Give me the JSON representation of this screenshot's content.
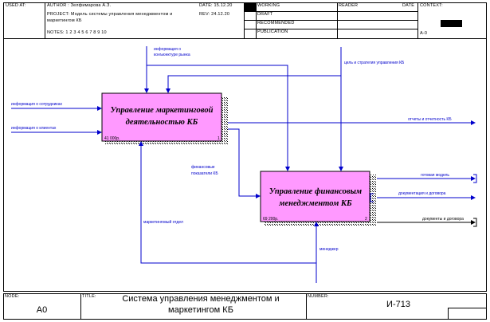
{
  "header": {
    "used_at_label": "USED AT:",
    "author": "AUTHOR : Зелфимарова А.З.",
    "project": "PROJECT: Модель системы управления менеджментом и",
    "project_line2": "маркетингом КБ",
    "notes": "NOTES:  1  2  3  4  5  6  7  8  9  10",
    "date": "DATE: 15.12.20",
    "rev": "REV:  24.12.20",
    "status_rows": [
      "WORKING",
      "DRAFT",
      "RECOMMENDED",
      "PUBLICATION"
    ],
    "reader_label": "READER",
    "date_label": "DATE",
    "context_label": "CONTEXT:",
    "context_node": "A-0"
  },
  "diagram": {
    "boxes": [
      {
        "title_line1": "Управление маркетинговой",
        "title_line2": "деятельностью КБ",
        "cost": "41 000р.",
        "number": "1"
      },
      {
        "title_line1": "Управление финансовым",
        "title_line2": "менеджментом КБ",
        "cost": "69 200р.",
        "number": "2"
      }
    ],
    "arrows": {
      "control_market_line1": "информация о",
      "control_market_line2": "конъюнктуре рынка",
      "control_strategy": "цель и стратегия управления КБ",
      "input_staff": "информация о сотрудниках",
      "input_clients": "информация о клиентах",
      "output_reports": "отчеты и отчетность КБ",
      "fin_indicators_line1": "финансовые",
      "fin_indicators_line2": "показатели КБ",
      "mech_marketing": "маркетинговый отдел",
      "mech_manager": "менеджер",
      "output_model": "готовая модель",
      "output_docs": "документация и договора",
      "output_docs2": "документы и договора"
    }
  },
  "footer": {
    "node_label": "NODE:",
    "node_value": "A0",
    "title_label": "TITLE:",
    "title_line1": "Система управления  менеджментом и",
    "title_line2": "маркетингом КБ",
    "number_label": "NUMBER:",
    "number_value": "И-713"
  },
  "colors": {
    "box_fill": "#ff99ff",
    "arrow": "#0000cc",
    "border": "#000000"
  }
}
